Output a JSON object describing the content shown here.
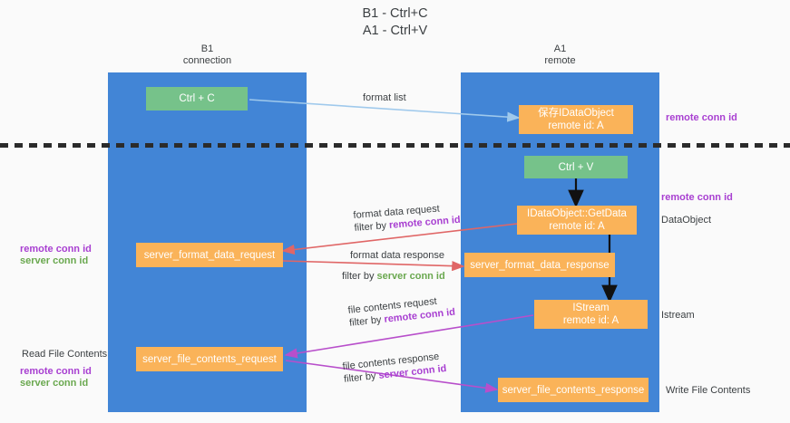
{
  "title": {
    "line1": "B1 - Ctrl+C",
    "line2": "A1 - Ctrl+V"
  },
  "columns": [
    {
      "name": "B1",
      "sub": "connection"
    },
    {
      "name": "A1",
      "sub": "remote"
    }
  ],
  "nodes": {
    "ctrl_c": {
      "label": "Ctrl + C"
    },
    "ctrl_v": {
      "label": "Ctrl + V"
    },
    "save_idataobject": {
      "line1": "保存IDataObject",
      "line2": "remote id: A"
    },
    "getdata": {
      "line1": "IDataObject::GetData",
      "line2": "remote id: A"
    },
    "istream": {
      "line1": "IStream",
      "line2": "remote id: A"
    },
    "server_format_data_request": {
      "label": "server_format_data_request"
    },
    "server_format_data_response": {
      "label": "server_format_data_response"
    },
    "server_file_contents_request": {
      "label": "server_file_contents_request"
    },
    "server_file_contents_response": {
      "label": "server_file_contents_response"
    }
  },
  "edge_labels": {
    "format_list": "format list",
    "format_data_request": "format data request",
    "format_data_request_filter_prefix": "filter by ",
    "format_data_request_filter_key": "remote conn id",
    "format_data_response": "format data response",
    "format_data_response_filter_prefix": "filter by ",
    "format_data_response_filter_key": "server conn id",
    "file_contents_request": "file contents request",
    "file_contents_request_filter_prefix": "filter by ",
    "file_contents_request_filter_key": "remote conn id",
    "file_contents_response": "file contents response",
    "file_contents_response_filter_prefix": "filter by ",
    "file_contents_response_filter_key": "server conn id"
  },
  "side_labels": {
    "right_remote_conn_id_top": "remote conn id",
    "right_remote_conn_id_mid": "remote conn id",
    "right_dataobject": "DataObject",
    "right_istream": "Istream",
    "right_write_file_contents": "Write File Contents",
    "left_remote_conn_id_mid": "remote conn id",
    "left_server_conn_id_mid": "server conn id",
    "left_read_file_contents": "Read File Contents",
    "left_remote_conn_id_bottom": "remote conn id",
    "left_server_conn_id_bottom": "server conn id"
  },
  "colors": {
    "lane": "#4285d6",
    "green_node": "#76c28a",
    "orange_node": "#fab359",
    "blue_arrow": "#9fc9ec",
    "red_arrow": "#e06666",
    "magenta_arrow": "#b84fcb",
    "black_arrow": "#000000",
    "purple_text": "#a83fd1",
    "green_text": "#6aa84f",
    "background": "#fafafa"
  }
}
